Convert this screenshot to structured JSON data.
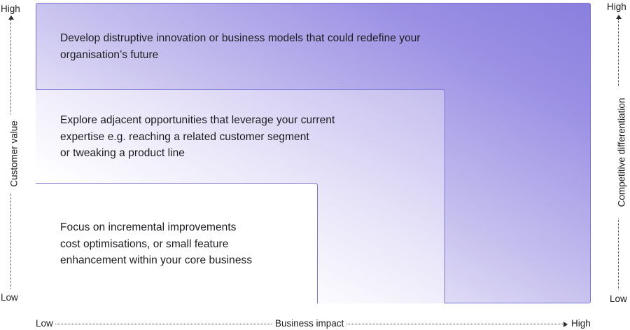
{
  "tiers": {
    "outer": {
      "lines": [
        "Develop distruptive innovation or business models that could redefine your",
        "organisation’s future"
      ]
    },
    "middle": {
      "lines": [
        "Explore adjacent opportunities that leverage your current",
        "expertise e.g. reaching a related customer segment",
        "or tweaking a product line"
      ]
    },
    "inner": {
      "lines": [
        "Focus on incremental improvements",
        "cost optimisations, or small feature",
        "enhancement within your core business"
      ]
    }
  },
  "axes": {
    "left": {
      "label": "Customer value",
      "high": "High",
      "low": "Low"
    },
    "right": {
      "label": "Competitive differentiation",
      "high": "High",
      "low": "Low"
    },
    "bottom": {
      "label": "Business impact",
      "low": "Low",
      "high": "High"
    }
  },
  "colors": {
    "border": "#7b72d6",
    "gradient_dark": "#8a7fdd",
    "text": "#1b1b1f"
  }
}
